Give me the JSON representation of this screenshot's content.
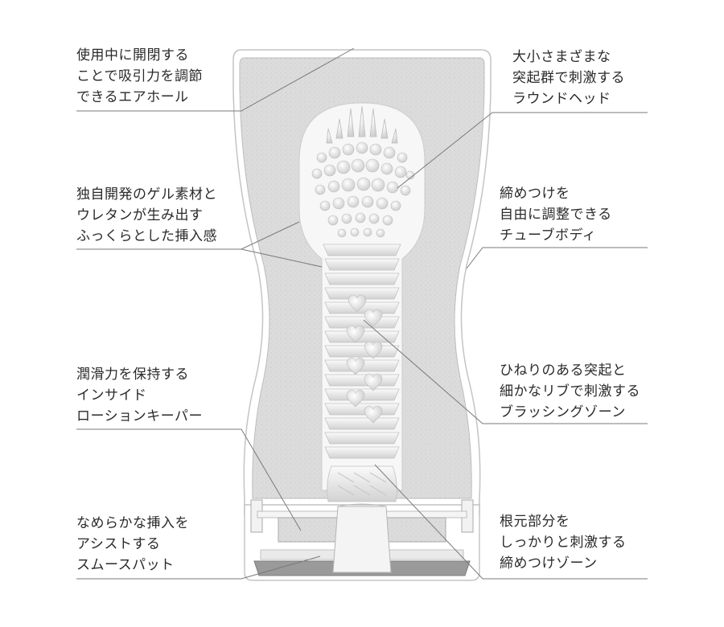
{
  "colors": {
    "line": "#7a7a7a",
    "shell": "#d9d9d9",
    "shell_border": "#b5b5b5",
    "gel": "#efefef",
    "text": "#2a2a2a"
  },
  "callouts": [
    {
      "id": "air-hole",
      "lines": [
        "使用中に開閉する",
        "ことで吸引力を調節",
        "できるエアホール"
      ]
    },
    {
      "id": "round-head",
      "lines": [
        "大小さまざまな",
        "突起群で刺激する",
        "ラウンドヘッド"
      ]
    },
    {
      "id": "gel-urethane",
      "lines": [
        "独自開発のゲル素材と",
        "ウレタンが生み出す",
        "ふっくらとした挿入感"
      ]
    },
    {
      "id": "tube-body",
      "lines": [
        "締めつけを",
        "自由に調整できる",
        "チューブボディ"
      ]
    },
    {
      "id": "lotion-keeper",
      "lines": [
        "潤滑力を保持する",
        "インサイド",
        "ローションキーパー"
      ]
    },
    {
      "id": "brushing-zone",
      "lines": [
        "ひねりのある突起と",
        "細かなリブで刺激する",
        "ブラッシングゾーン"
      ]
    },
    {
      "id": "assist-pad",
      "lines": [
        "なめらかな挿入を",
        "アシストする",
        "スムースパット"
      ]
    },
    {
      "id": "root-zone",
      "lines": [
        "根元部分を",
        "しっかりと刺激する",
        "締めつけゾーン"
      ]
    }
  ]
}
